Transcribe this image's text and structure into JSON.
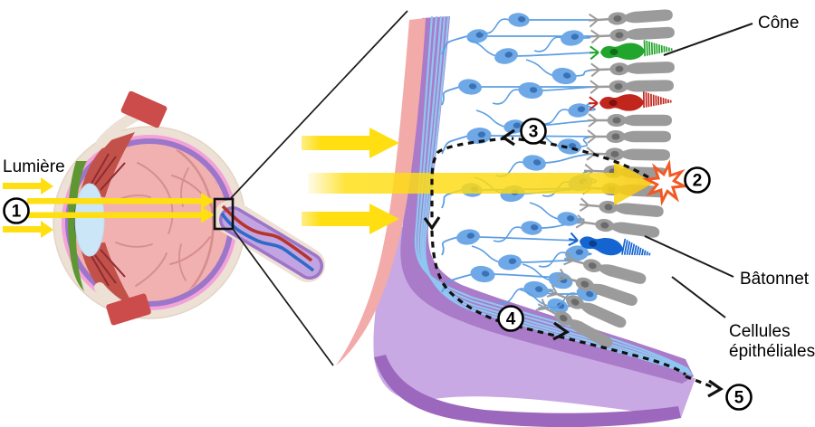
{
  "labels": {
    "light": "Lumière",
    "cone": "Cône",
    "rod": "Bâtonnet",
    "epithelial_line1": "Cellules",
    "epithelial_line2": "épithéliales"
  },
  "steps": [
    {
      "num": "1"
    },
    {
      "num": "2"
    },
    {
      "num": "3"
    },
    {
      "num": "4"
    },
    {
      "num": "5"
    }
  ],
  "colors": {
    "light_yellow": "#FFDE12",
    "burst_orange": "#F15A24",
    "pink_band": "#F2ABA9",
    "purple_band": "#A97BC8",
    "purple_light": "#C9A9E4",
    "purple_dark": "#9C68BE",
    "fiber_blue": "#8FC6F2",
    "process_blue": "#5C9EE3",
    "cell_body_blue": "#6EA8E6",
    "cell_nucleus_blue": "#3A72B5",
    "rod_gray": "#9B9B9B",
    "rod_nucleus": "#6B6B6B",
    "cone_green": "#22A52C",
    "cone_green_dark": "#0E6E1A",
    "cone_red": "#C1261D",
    "cone_red_dark": "#7E120D",
    "cone_blue": "#1465D2",
    "cone_blue_dark": "#0A3F8C",
    "sclera_beige": "#EDE0D5",
    "ring_magenta": "#F2A2D8",
    "ring_purple": "#9B76C9",
    "eye_interior": "#F1B1B1",
    "vessel_pink": "#D68E8E",
    "vessel_red": "#B5342B",
    "vessel_blue": "#2E6BC6",
    "muscle_red": "#CC4B4B",
    "iris_green": "#5E9732",
    "ciliary_red": "#C25249",
    "ciliary_streak": "#8E2B34",
    "lens_blue": "#CBE6F7",
    "pupil_dark": "#22201A",
    "line_black": "#111111"
  }
}
